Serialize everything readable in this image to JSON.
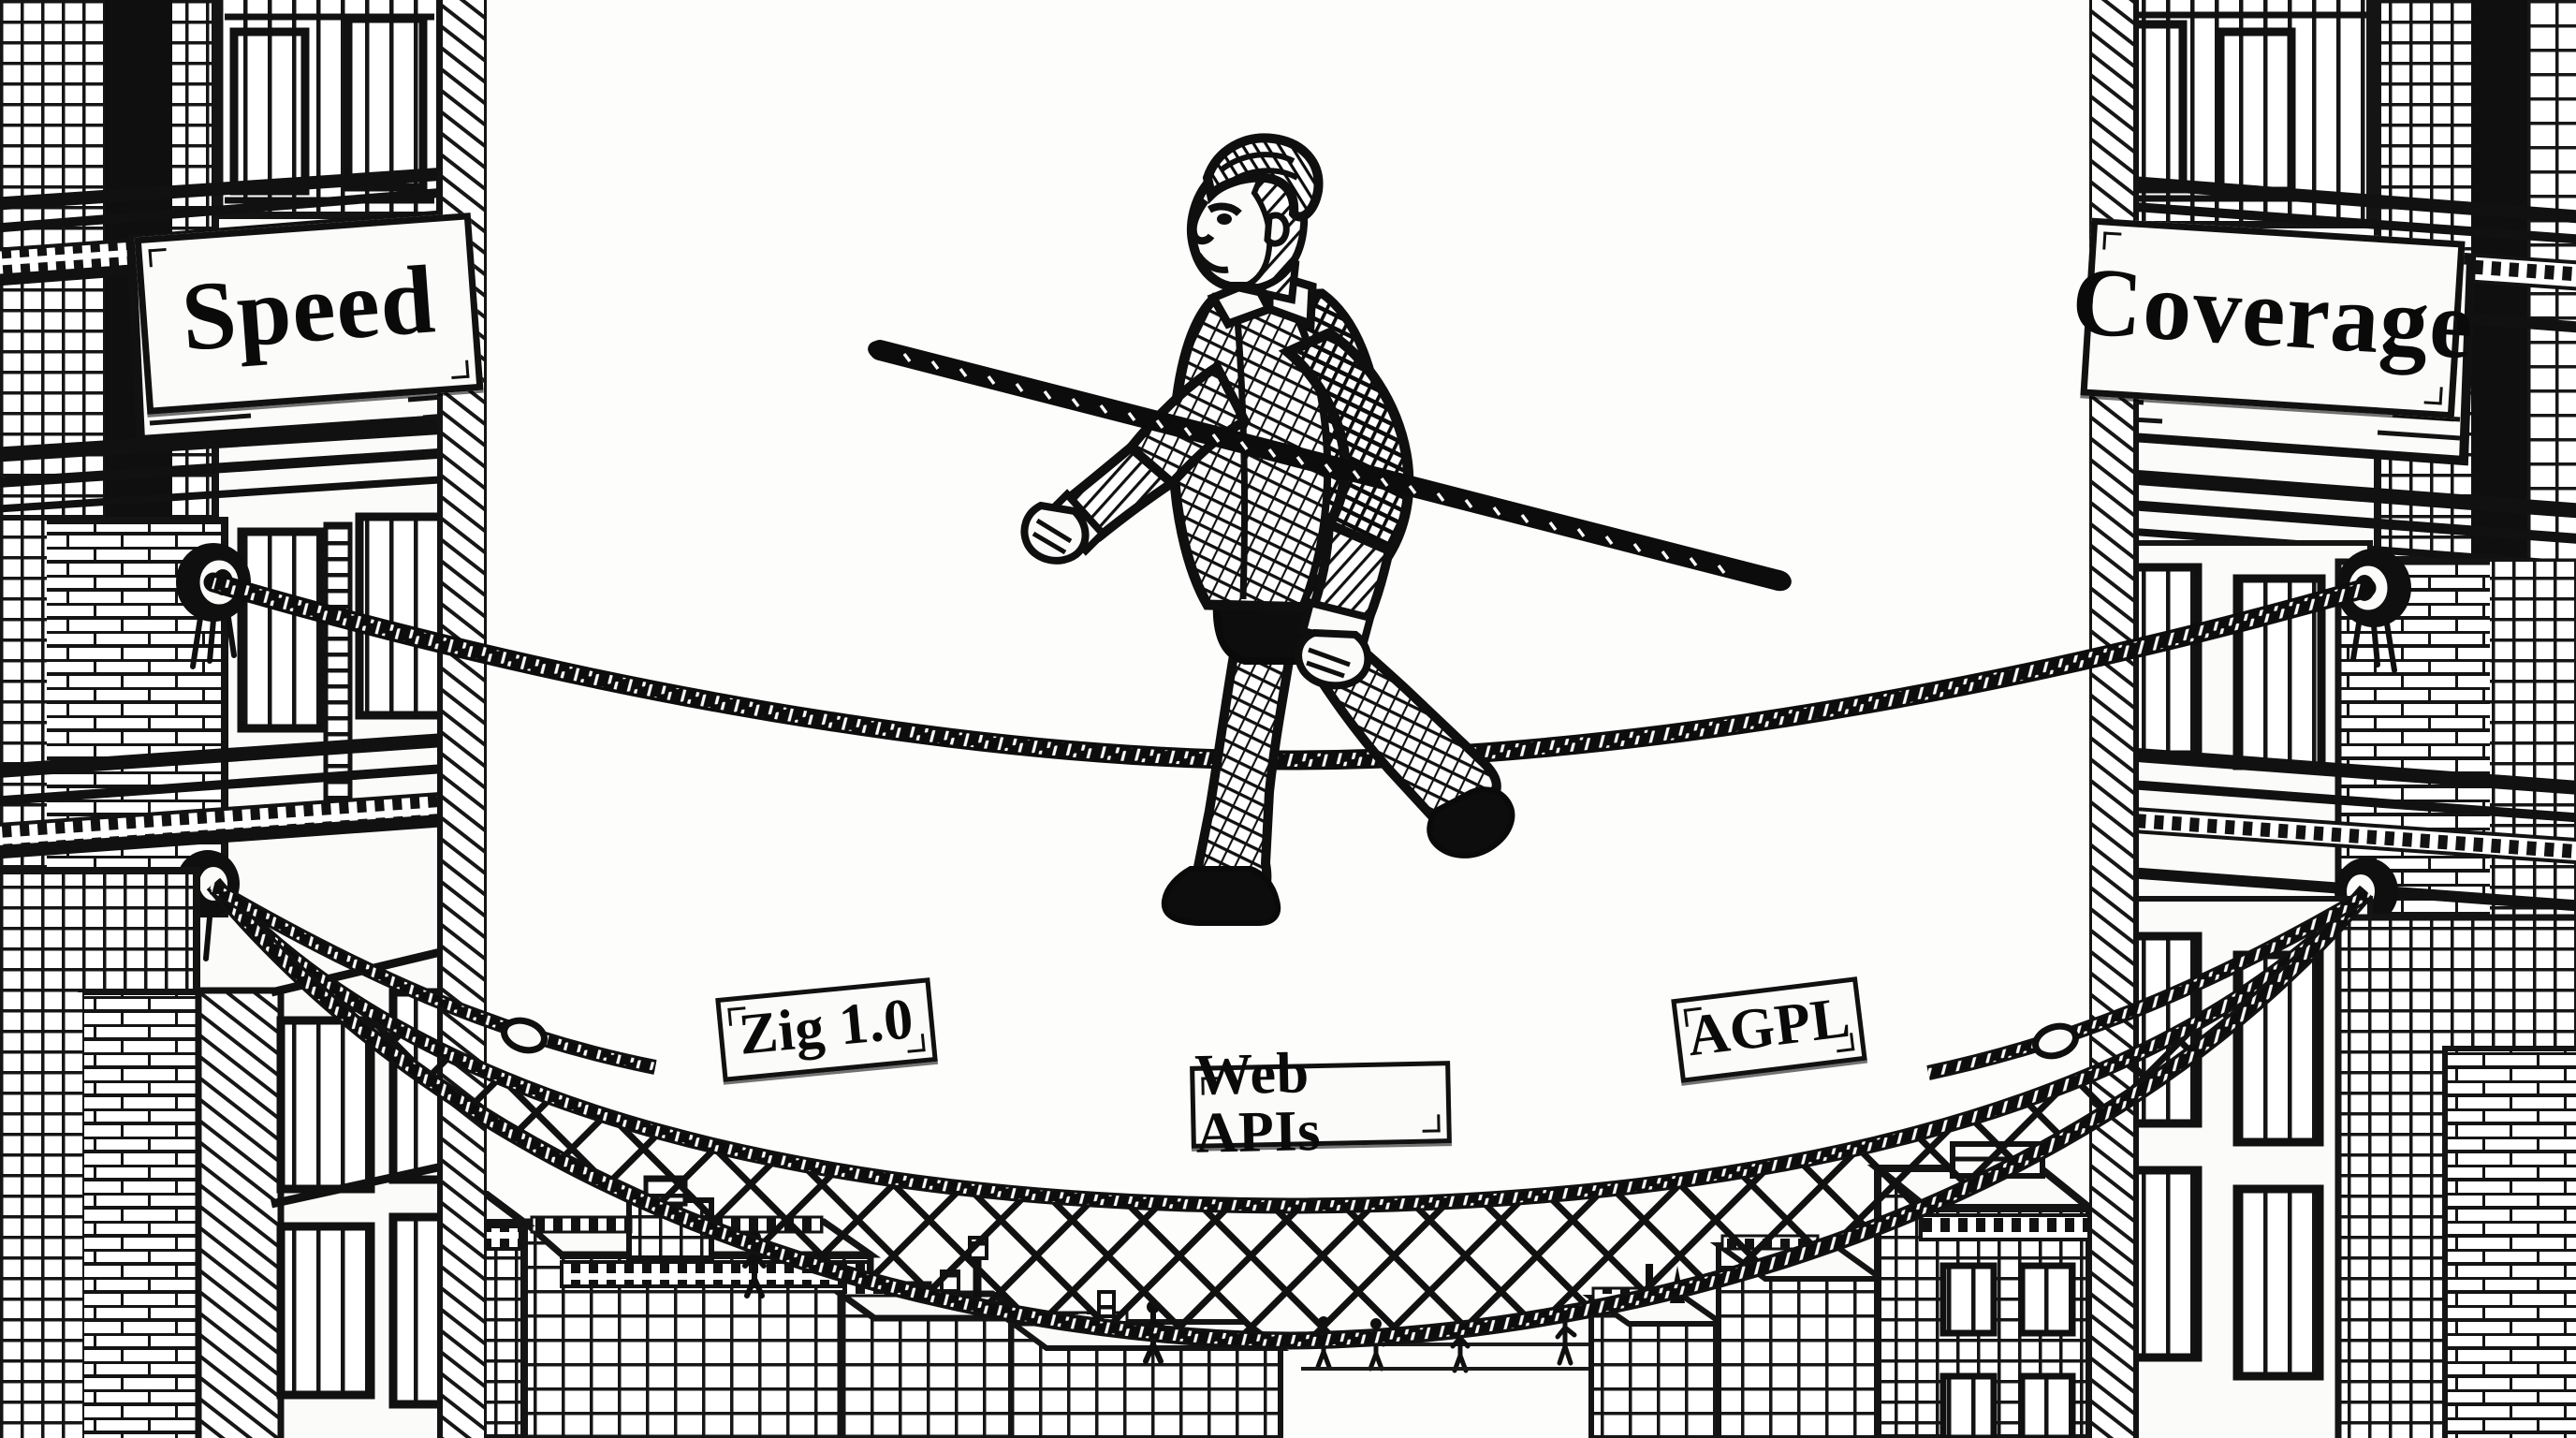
{
  "illustration": {
    "title": "Tightrope walker between two buildings",
    "style": "black-and-white engraving / woodcut line art",
    "background_color": "#fdfdfc",
    "ink_color": "#111111"
  },
  "signs": {
    "left_building_plaque": {
      "label": "Speed",
      "name": "speed-sign"
    },
    "right_building_plaque": {
      "label": "Coverage",
      "name": "coverage-sign"
    },
    "net_plates": [
      {
        "label": "Zig 1.0",
        "name": "zig-sign"
      },
      {
        "label": "Web APIs",
        "name": "web-apis-sign"
      },
      {
        "label": "AGPL",
        "name": "agpl-sign"
      }
    ]
  },
  "scene": {
    "walker": {
      "description": "man in shirt and trousers balancing on a rope",
      "holding": "balance pole"
    },
    "rope": {
      "description": "twisted tightrope spanning both buildings"
    },
    "safety_net": {
      "description": "diamond-mesh safety net slung below the rope"
    },
    "skyline": {
      "description": "rooftops with small figures far below"
    }
  }
}
